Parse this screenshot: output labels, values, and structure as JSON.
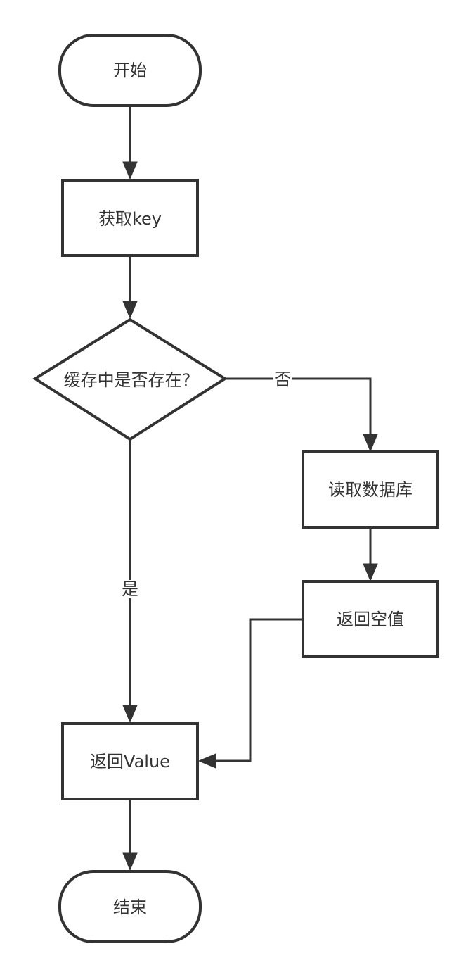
{
  "nodes": {
    "start": "开始",
    "get_key": "获取key",
    "decision": "缓存中是否存在?",
    "read_db": "读取数据库",
    "return_empty": "返回空值",
    "return_value": "返回Value",
    "end": "结束"
  },
  "edges": {
    "no_label": "否",
    "yes_label": "是"
  },
  "colors": {
    "stroke": "#333333",
    "fill": "#ffffff",
    "text": "#333333"
  }
}
